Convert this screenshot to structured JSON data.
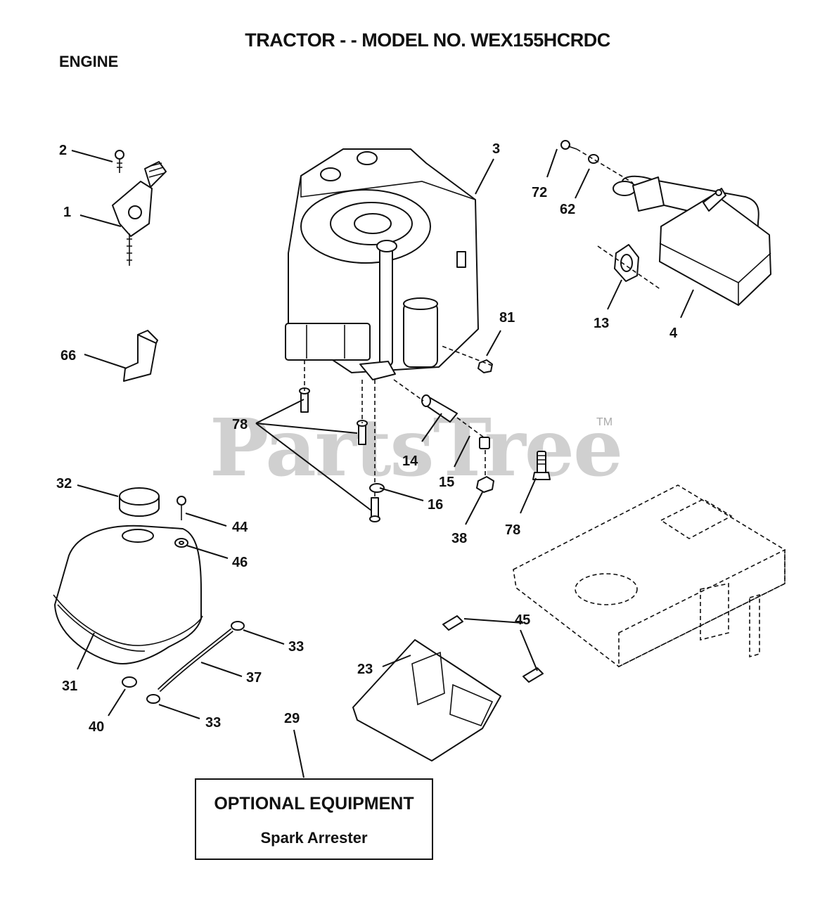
{
  "header": {
    "title": "TRACTOR - - MODEL NO. WEX155HCRDC",
    "section": "ENGINE"
  },
  "watermark": {
    "text": "PartsTree",
    "trademark": "TM"
  },
  "callouts": {
    "c1": "1",
    "c2": "2",
    "c3": "3",
    "c4": "4",
    "c13": "13",
    "c14": "14",
    "c15": "15",
    "c16": "16",
    "c23": "23",
    "c29": "29",
    "c31": "31",
    "c32": "32",
    "c33a": "33",
    "c33b": "33",
    "c37": "37",
    "c38": "38",
    "c40": "40",
    "c44": "44",
    "c45": "45",
    "c46": "46",
    "c62": "62",
    "c66": "66",
    "c72": "72",
    "c78a": "78",
    "c78b": "78",
    "c81": "81"
  },
  "optional_box": {
    "title": "OPTIONAL EQUIPMENT",
    "subtitle": "Spark Arrester"
  }
}
